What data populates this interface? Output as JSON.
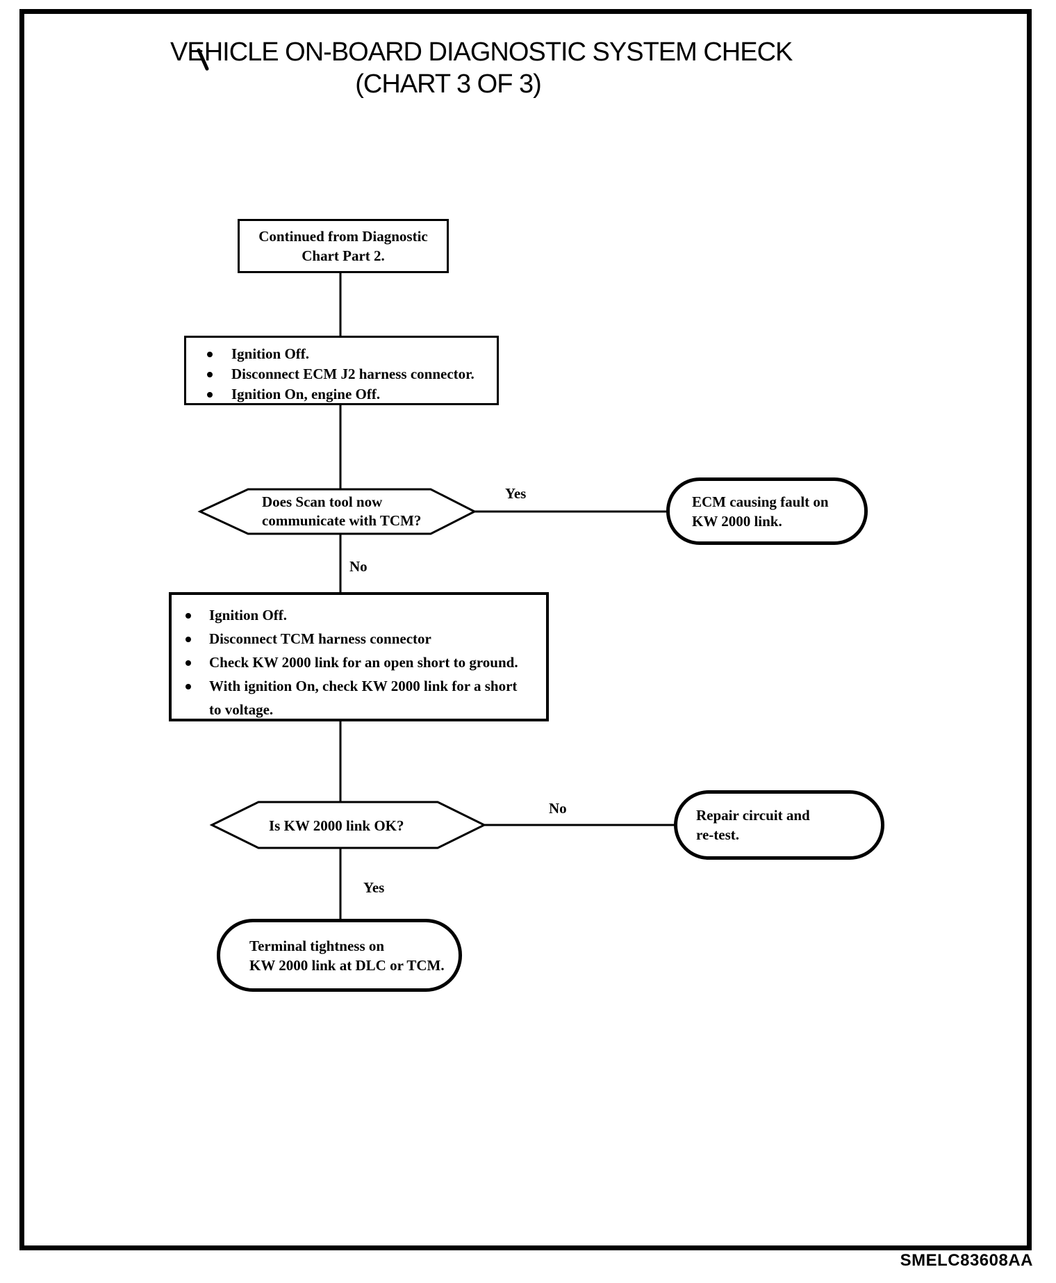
{
  "page": {
    "title_line1": "VEHICLE ON-BOARD DIAGNOSTIC SYSTEM CHECK",
    "title_line2": "(CHART 3 OF 3)",
    "figure_code": "SMELC83608AA",
    "colors": {
      "ink": "#000000",
      "paper": "#ffffff"
    }
  },
  "flowchart": {
    "start": {
      "line1": "Continued from Diagnostic",
      "line2": "Chart Part 2."
    },
    "step1": {
      "bullets": [
        "Ignition Off.",
        "Disconnect ECM J2 harness connector.",
        "Ignition On, engine Off."
      ]
    },
    "decision1": {
      "line1": "Does Scan tool now",
      "line2": "communicate with TCM?",
      "yes_label": "Yes",
      "no_label": "No"
    },
    "result1": {
      "line1": "ECM causing fault on",
      "line2": "KW 2000 link."
    },
    "step2": {
      "bullets": [
        "Ignition Off.",
        "Disconnect TCM harness connector",
        "Check KW 2000 link for an open short to ground.",
        "With ignition On, check KW 2000 link for a short"
      ],
      "continuation": "to voltage."
    },
    "decision2": {
      "text": "Is KW 2000 link OK?",
      "no_label": "No",
      "yes_label": "Yes"
    },
    "result2": {
      "line1": "Repair circuit and",
      "line2": "re-test."
    },
    "terminal": {
      "line1": "Terminal tightness on",
      "line2": "KW 2000 link at DLC or TCM."
    }
  }
}
